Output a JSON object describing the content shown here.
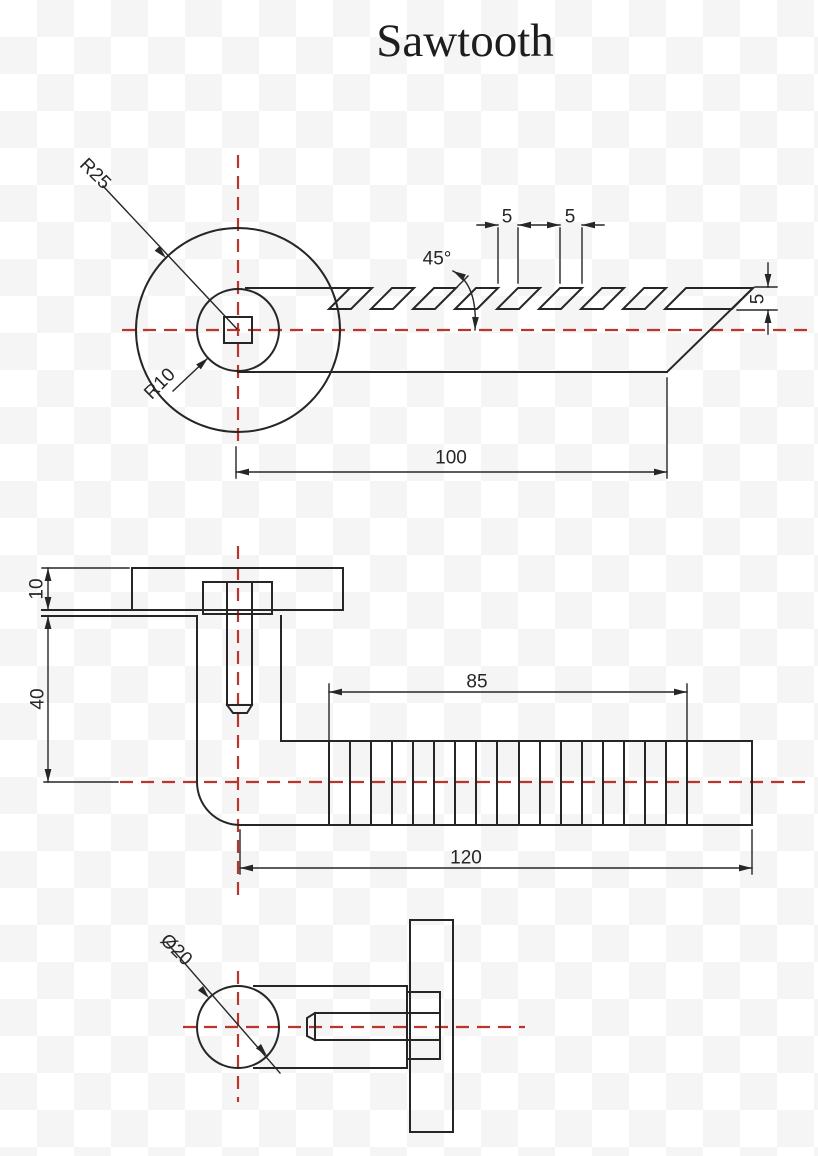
{
  "title": "Sawtooth",
  "colors": {
    "line": "#262626",
    "centerline": "#b8362c",
    "background": "#ffffff",
    "grid_tint": "#f5f5f5"
  },
  "views": {
    "top_view": {
      "dimensions": {
        "outer_radius": "R25",
        "inner_radius": "R10",
        "tooth_gap": "5",
        "tooth_width": "5",
        "tooth_angle": "45°",
        "tooth_depth": "5",
        "handle_length": "100"
      }
    },
    "front_view": {
      "dimensions": {
        "plate_thickness": "10",
        "neck_height": "40",
        "serration_length": "85",
        "overall_length": "120"
      }
    },
    "side_view": {
      "dimensions": {
        "knob_diameter": "Ø20"
      }
    }
  }
}
